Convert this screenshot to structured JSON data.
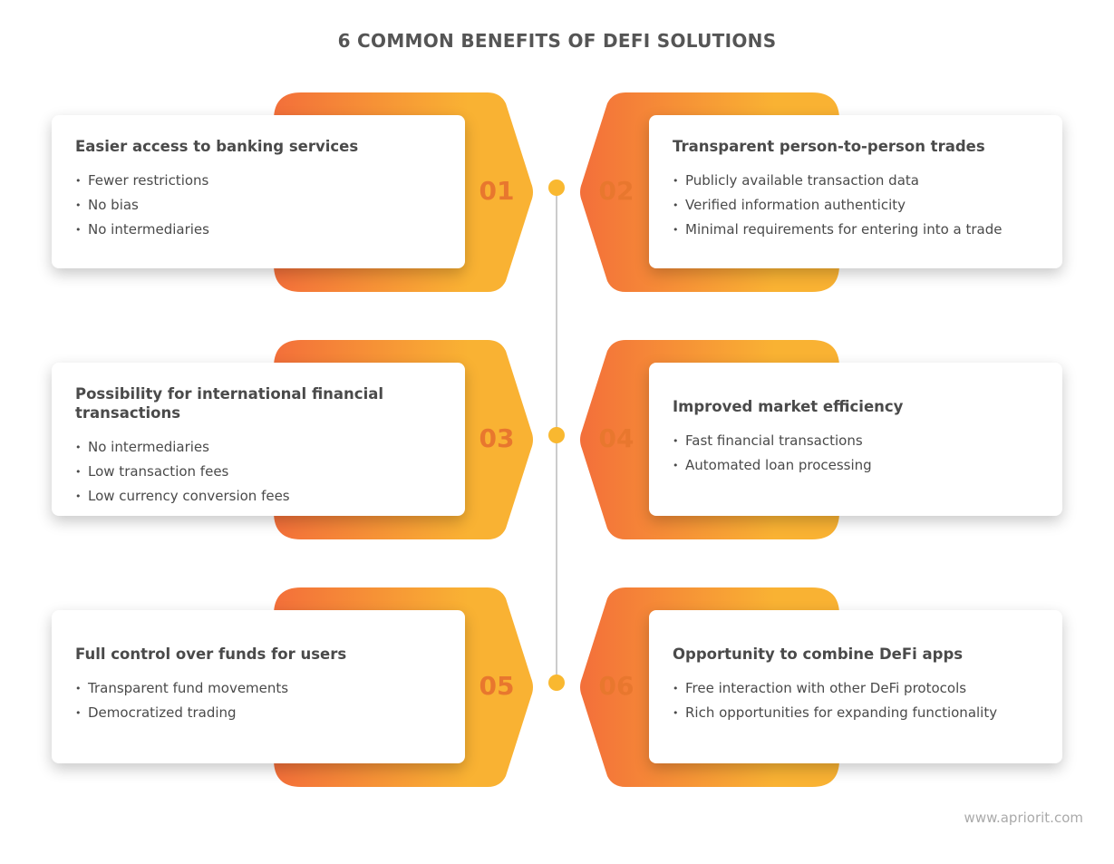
{
  "title": "6 COMMON BENEFITS OF DEFI SOLUTIONS",
  "items": [
    {
      "num": "01",
      "title": "Easier access to banking services",
      "bullets": [
        "Fewer restrictions",
        "No bias",
        "No intermediaries"
      ]
    },
    {
      "num": "02",
      "title": "Transparent person-to-person trades",
      "bullets": [
        "Publicly available transaction data",
        "Verified information authenticity",
        "Minimal requirements for entering into a trade"
      ]
    },
    {
      "num": "03",
      "title": "Possibility for international financial transactions",
      "bullets": [
        "No intermediaries",
        "Low transaction fees",
        "Low currency conversion fees"
      ]
    },
    {
      "num": "04",
      "title": "Improved market efficiency",
      "bullets": [
        "Fast financial transactions",
        "Automated loan processing"
      ]
    },
    {
      "num": "05",
      "title": "Full control over funds for users",
      "bullets": [
        "Transparent fund movements",
        "Democratized trading"
      ]
    },
    {
      "num": "06",
      "title": "Opportunity to combine DeFi apps",
      "bullets": [
        "Free interaction with other DeFi protocols",
        "Rich opportunities for expanding functionality"
      ]
    }
  ],
  "footer": "www.apriorit.com",
  "colors": {
    "gradient_start": "#f36f3a",
    "gradient_end": "#f9b233",
    "number": "#e8772e",
    "dot": "#f9b830"
  }
}
